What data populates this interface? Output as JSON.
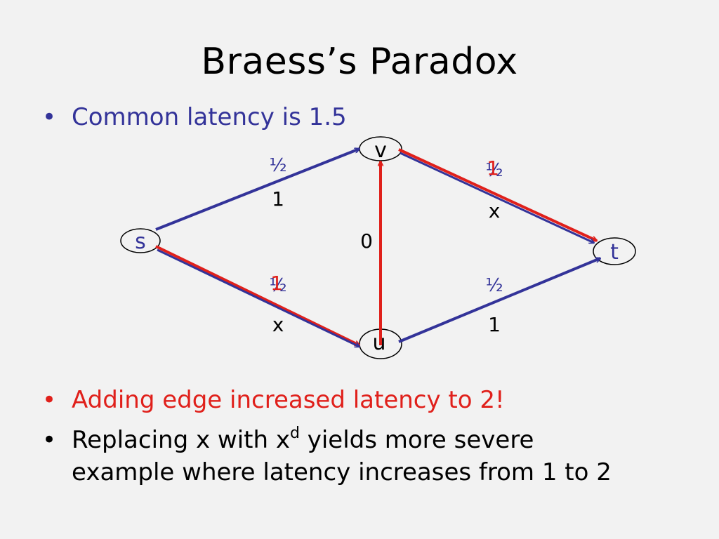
{
  "title": "Braess’s Paradox",
  "bullets": [
    {
      "marker": "•",
      "text": "Common latency is 1.5",
      "color": "#333399"
    },
    {
      "marker": "•",
      "text": "Adding edge increased latency to 2!",
      "color": "#e0201b"
    },
    {
      "marker": "•",
      "line1_a": "Replacing x with x",
      "line1_sup": "d",
      "line1_b": " yields more severe",
      "line2": "example where latency increases from 1 to 2",
      "color": "#000000"
    }
  ],
  "diagram": {
    "nodes": {
      "s": "s",
      "v": "v",
      "u": "u",
      "t": "t"
    },
    "edges": {
      "s_v": {
        "flow": "½",
        "latency": "1"
      },
      "v_t": {
        "flow_old": "½",
        "flow_new": "1",
        "latency": "x"
      },
      "s_u": {
        "flow_old": "½",
        "flow_new": "1",
        "latency": "x"
      },
      "u_t": {
        "flow": "½",
        "latency": "1"
      },
      "u_v": {
        "latency": "0"
      }
    },
    "colors": {
      "blue": "#333399",
      "red": "#e0201b"
    }
  }
}
